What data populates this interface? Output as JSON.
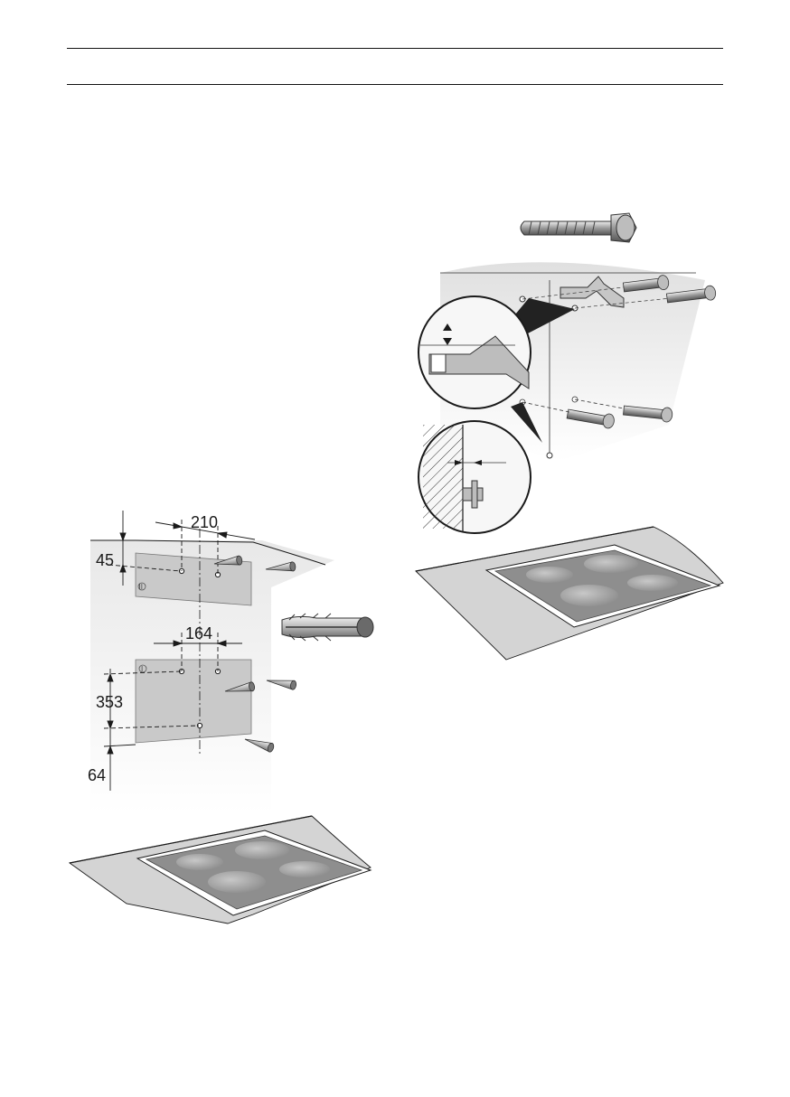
{
  "left_figure": {
    "dimensions": {
      "top_spacing": "210",
      "top_offset": "45",
      "bottom_spacing": "164",
      "vertical_spacing": "353",
      "bottom_offset": "64"
    },
    "plate_marks": {
      "upper": "II",
      "lower": "I"
    }
  },
  "colors": {
    "ink": "#1a1a1a",
    "panel": "#c9c9c9",
    "worktop": "#d4d4d4",
    "hob": "#8e8e8e",
    "rule": "#111111"
  }
}
